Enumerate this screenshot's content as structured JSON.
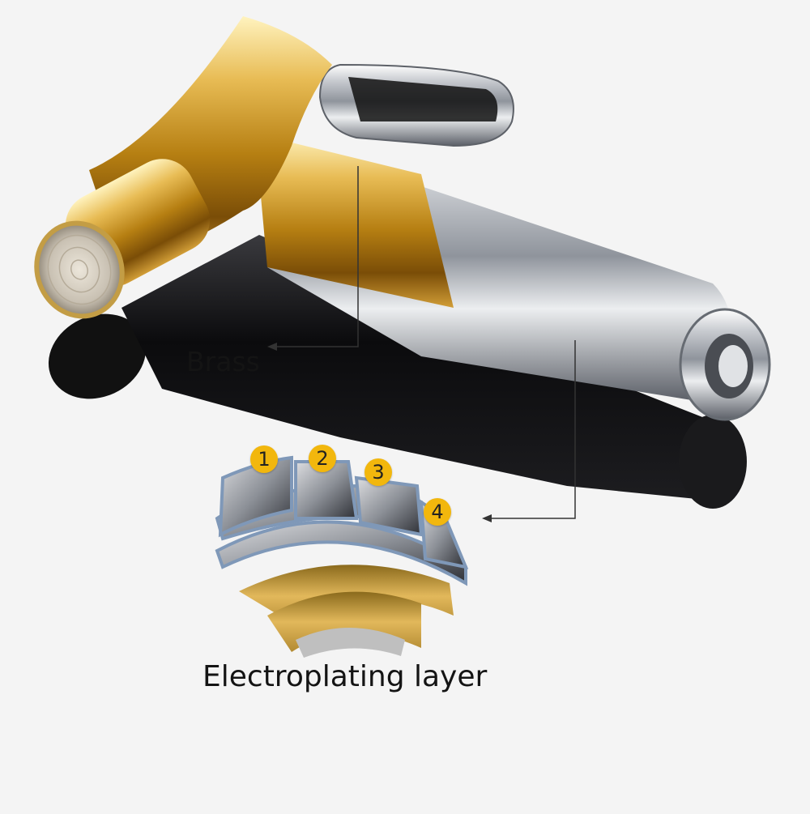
{
  "labels": {
    "brass": "Brass",
    "electroplating": "Electroplating layer"
  },
  "layers": [
    {
      "number": "1"
    },
    {
      "number": "2"
    },
    {
      "number": "3"
    },
    {
      "number": "4"
    }
  ],
  "colors": {
    "background": "#f4f4f4",
    "gold": "#d8a431",
    "chrome": "#c9ccd0",
    "black": "#0e0e10",
    "badge": "#f2b70d",
    "layer_edge": "#7f98b8"
  }
}
